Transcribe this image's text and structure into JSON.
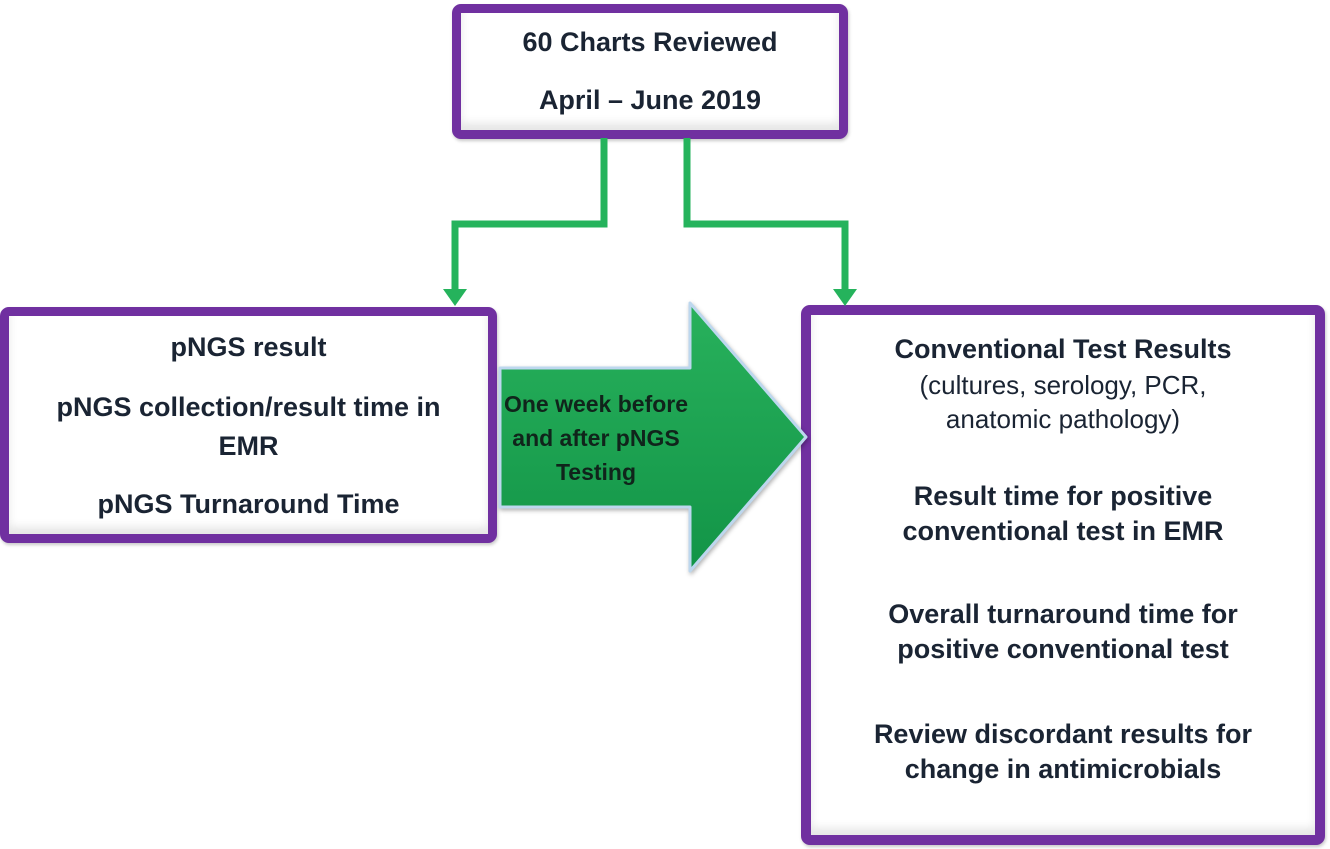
{
  "colors": {
    "purple-border": "#7030A0",
    "connector-green": "#25B35C",
    "arrow-green-top": "#28B15C",
    "arrow-green-bottom": "#129447",
    "arrow-outline": "#BDD7EE",
    "text-dark": "#1A2433",
    "arrow-text": "#10241B",
    "background": "#FFFFFF"
  },
  "top_box": {
    "lines": [
      "60 Charts Reviewed",
      "April – June 2019"
    ]
  },
  "left_box": {
    "paragraphs": [
      {
        "lines": [
          "pNGS result"
        ]
      },
      {
        "lines": [
          "pNGS collection/result time in",
          "EMR"
        ]
      },
      {
        "lines": [
          "pNGS Turnaround Time"
        ]
      }
    ]
  },
  "arrow": {
    "lines": [
      "One week before",
      "and after pNGS",
      "Testing"
    ]
  },
  "right_box": {
    "title": "Conventional Test Results",
    "subtitle_lines": [
      "(cultures, serology, PCR,",
      "anatomic pathology)"
    ],
    "paragraphs": [
      {
        "lines": [
          "Result time for positive",
          "conventional test in EMR"
        ]
      },
      {
        "lines": [
          "Overall turnaround time for",
          "positive conventional test"
        ]
      },
      {
        "lines": [
          "Review discordant results for",
          "change in antimicrobials"
        ]
      }
    ]
  }
}
